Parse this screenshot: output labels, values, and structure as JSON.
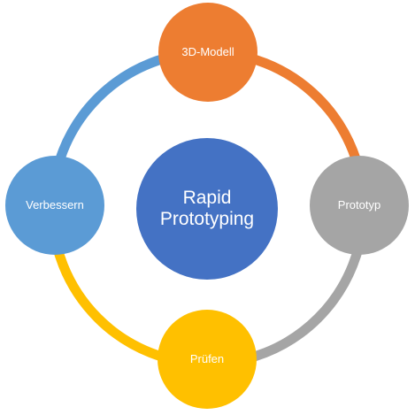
{
  "center": {
    "line1": "Rapid",
    "line2": "Prototyping",
    "color": "#4472c4"
  },
  "nodes": [
    {
      "id": "top",
      "label": "3D-Modell",
      "color": "#ed7d31"
    },
    {
      "id": "right",
      "label": "Prototyp",
      "color": "#a5a5a5"
    },
    {
      "id": "bottom",
      "label": "Prüfen",
      "color": "#ffc000"
    },
    {
      "id": "left",
      "label": "Verbessern",
      "color": "#5b9bd5"
    }
  ],
  "arcs": [
    {
      "from": "top",
      "to": "right",
      "color": "#ed7d31"
    },
    {
      "from": "right",
      "to": "bottom",
      "color": "#a5a5a5"
    },
    {
      "from": "bottom",
      "to": "left",
      "color": "#ffc000"
    },
    {
      "from": "left",
      "to": "top",
      "color": "#5b9bd5"
    }
  ]
}
